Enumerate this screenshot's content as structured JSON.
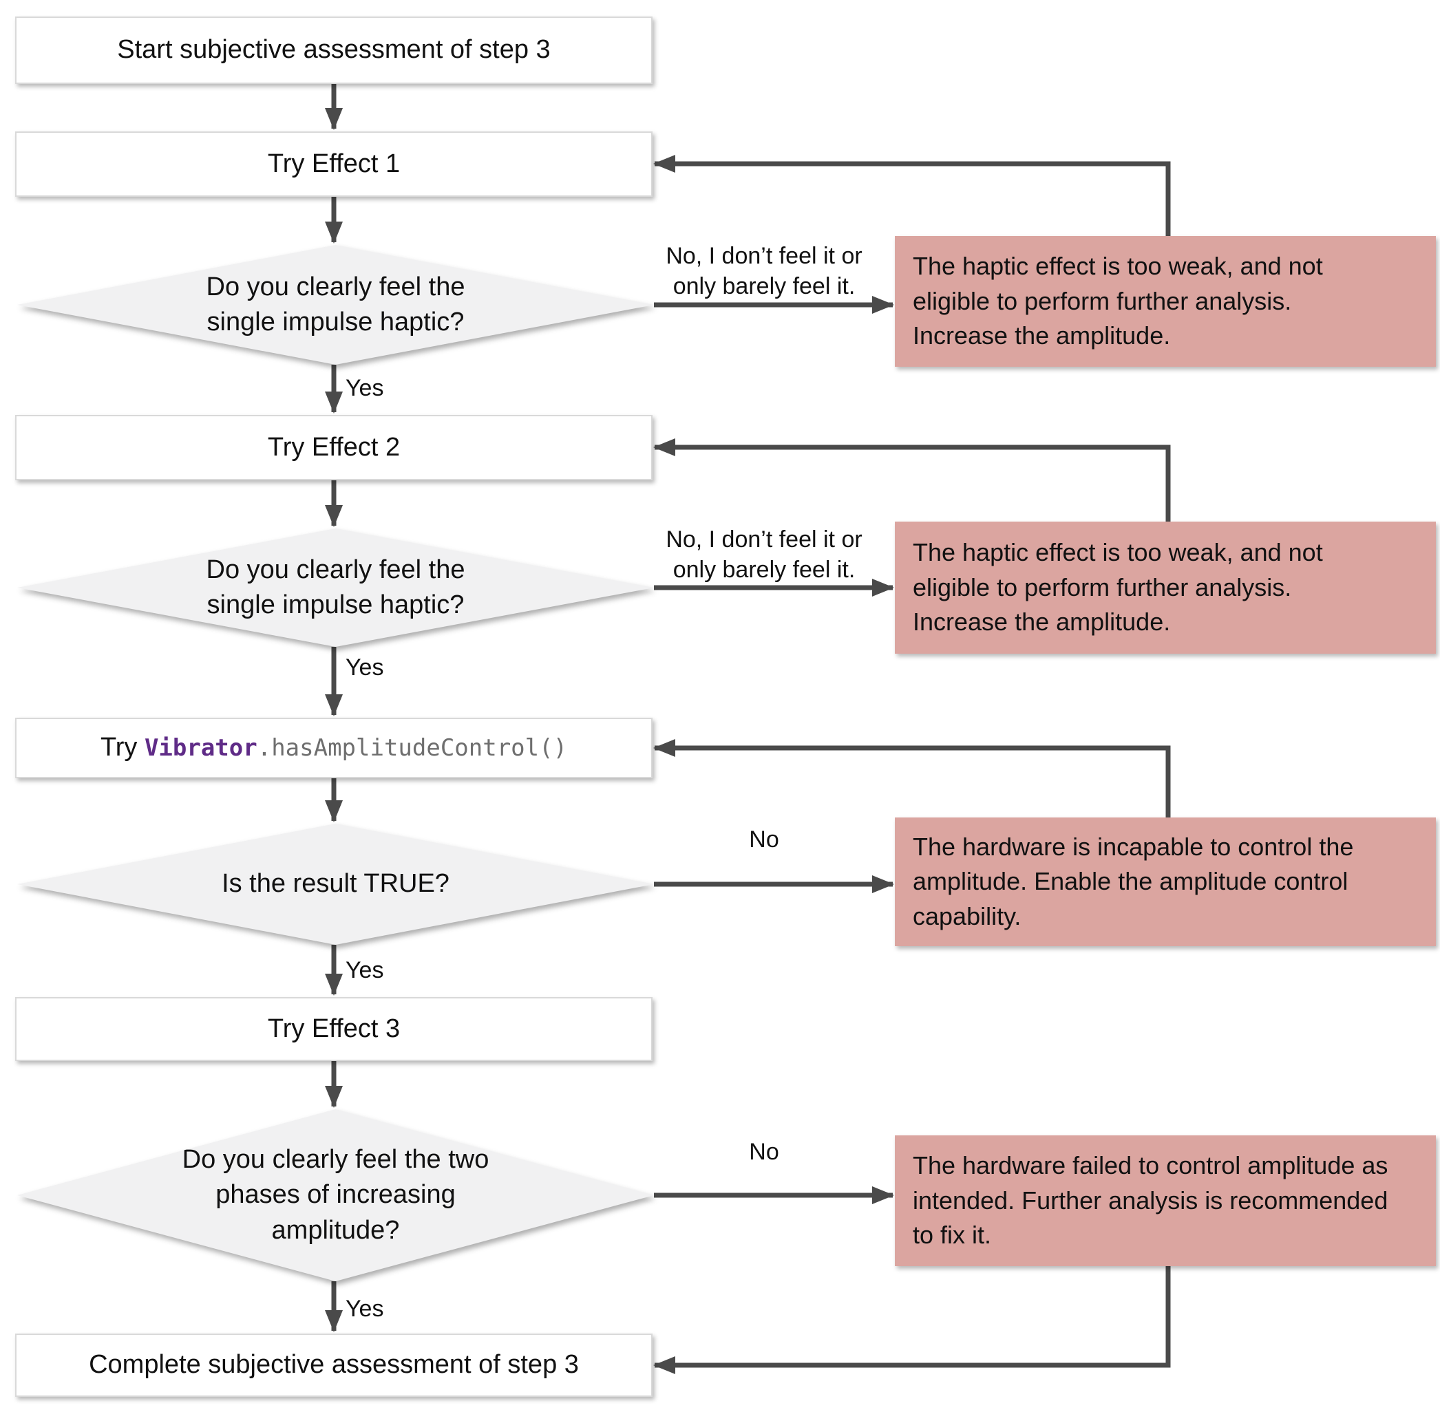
{
  "colors": {
    "canvas_bg": "#ffffff",
    "process_bg": "#ffffff",
    "process_border": "#d9d9d9",
    "decision_bg": "#f1f1f2",
    "error_bg": "#dba5a0",
    "arrow": "#4a4a4a",
    "text": "#111111",
    "code_class": "#5f2b87",
    "code_method": "#6e6e6e"
  },
  "flowchart": {
    "nodes": {
      "start": {
        "label": "Start subjective assessment of step 3"
      },
      "try_effect_1": {
        "label": "Try Effect 1"
      },
      "decision_impulse_1": {
        "lines": [
          "Do you clearly feel the",
          "single impulse haptic?"
        ]
      },
      "error_weak_1": {
        "lines": [
          "The haptic effect is too weak, and not",
          "eligible to perform further analysis.",
          "Increase the amplitude."
        ]
      },
      "try_effect_2": {
        "label": "Try Effect 2"
      },
      "decision_impulse_2": {
        "lines": [
          "Do you clearly feel the",
          "single impulse haptic?"
        ]
      },
      "error_weak_2": {
        "lines": [
          "The haptic effect is too weak, and not",
          "eligible to perform further analysis.",
          "Increase the amplitude."
        ]
      },
      "code_check": {
        "prefix": "Try ",
        "code_class": "Vibrator",
        "code_method": ".hasAmplitudeControl()"
      },
      "decision_result_true": {
        "label": "Is the result TRUE?"
      },
      "error_incapable": {
        "lines": [
          "The hardware is incapable to control the",
          "amplitude. Enable the amplitude control",
          "capability."
        ]
      },
      "try_effect_3": {
        "label": "Try Effect 3"
      },
      "decision_two_phases": {
        "lines": [
          "Do you clearly feel the two",
          "phases of increasing",
          "amplitude?"
        ]
      },
      "error_failed": {
        "lines": [
          "The hardware failed to control amplitude as",
          "intended. Further analysis is recommended",
          "to fix it."
        ]
      },
      "complete": {
        "label": "Complete subjective assessment of step 3"
      }
    },
    "edge_labels": {
      "d1_no": [
        "No, I don’t feel it or",
        "only barely feel it."
      ],
      "d1_yes": "Yes",
      "d2_no": [
        "No, I don’t feel it or",
        "only barely feel it."
      ],
      "d2_yes": "Yes",
      "d3_no": "No",
      "d3_yes": "Yes",
      "d4_no": "No",
      "d4_yes": "Yes"
    }
  }
}
